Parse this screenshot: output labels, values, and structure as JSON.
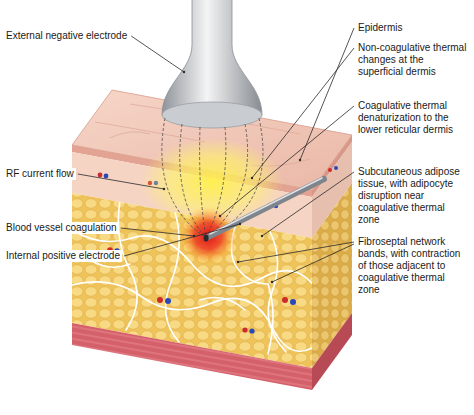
{
  "diagram": {
    "labels": [
      "External negative electrode",
      "Epidermis",
      "Non-coagulative thermal changes at the superficial dermis",
      "Coagulative thermal denaturization to the lower reticular dermis",
      "RF current flow",
      "Subcutaneous adipose tissue, with adipocyte disruption near coagulative thermal zone",
      "Blood vessel coagulation",
      "Fibroseptal network bands, with contraction of those adjacent to coagulative thermal zone",
      "Internal positive electrode"
    ]
  }
}
